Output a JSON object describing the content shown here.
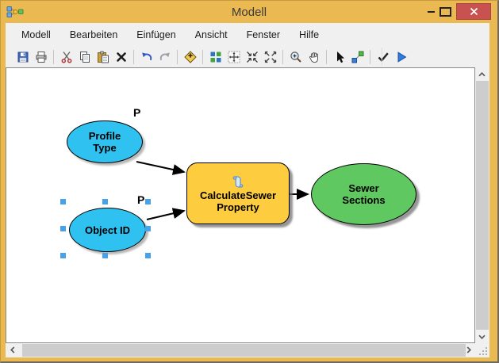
{
  "window": {
    "title": "Modell",
    "controls": {
      "minimize": "minimize",
      "maximize": "maximize",
      "close": "close"
    }
  },
  "menu": {
    "items": [
      "Modell",
      "Bearbeiten",
      "Einfügen",
      "Ansicht",
      "Fenster",
      "Hilfe"
    ]
  },
  "toolbar": {
    "icons": [
      "save-icon",
      "print-icon",
      "cut-icon",
      "copy-icon",
      "paste-icon",
      "delete-icon",
      "undo-icon",
      "redo-icon",
      "add-data-icon",
      "auto-layout-icon",
      "fit-to-window-icon",
      "fixed-zoom-in-icon",
      "fixed-zoom-out-icon",
      "zoom-in-icon",
      "pan-icon",
      "select-icon",
      "add-connection-icon",
      "validate-icon",
      "run-icon"
    ]
  },
  "model": {
    "nodes": [
      {
        "id": "profile-type",
        "kind": "input-variable",
        "line1": "Profile",
        "line2": "Type",
        "badge": "P",
        "fill": "#2FC1F0",
        "selected": false
      },
      {
        "id": "object-id",
        "kind": "input-variable",
        "line1": "Object ID",
        "badge": "P",
        "fill": "#2FC1F0",
        "selected": true
      },
      {
        "id": "calculate-sewer-property",
        "kind": "tool",
        "line1": "CalculateSewer",
        "line2": "Property",
        "fill": "#FECD3F",
        "icon": "script-tool-icon"
      },
      {
        "id": "sewer-sections",
        "kind": "output-variable",
        "line1": "Sewer",
        "line2": "Sections",
        "fill": "#60C860"
      }
    ],
    "connections": [
      {
        "from": "profile-type",
        "to": "calculate-sewer-property"
      },
      {
        "from": "object-id",
        "to": "calculate-sewer-property"
      },
      {
        "from": "calculate-sewer-property",
        "to": "sewer-sections"
      }
    ]
  },
  "colors": {
    "titlebar": "#EBB952",
    "close_button": "#C85250",
    "input_variable": "#2FC1F0",
    "tool": "#FECD3F",
    "output_variable": "#60C860",
    "selection_handle": "#47A2E8"
  }
}
